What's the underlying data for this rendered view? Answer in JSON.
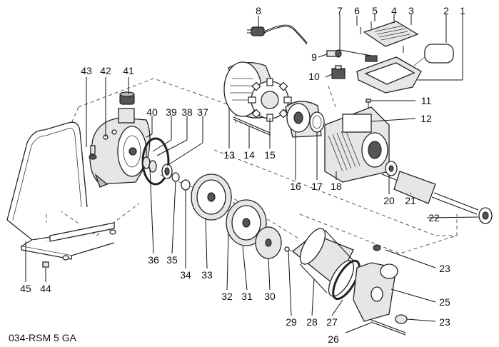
{
  "drawing_code": "034-RSM 5 GA",
  "parts": [
    {
      "id": "1",
      "label": "1"
    },
    {
      "id": "2",
      "label": "2"
    },
    {
      "id": "3",
      "label": "3"
    },
    {
      "id": "4",
      "label": "4"
    },
    {
      "id": "5",
      "label": "5"
    },
    {
      "id": "6",
      "label": "6"
    },
    {
      "id": "7",
      "label": "7"
    },
    {
      "id": "8",
      "label": "8"
    },
    {
      "id": "9",
      "label": "9"
    },
    {
      "id": "10",
      "label": "10"
    },
    {
      "id": "11",
      "label": "11"
    },
    {
      "id": "12",
      "label": "12"
    },
    {
      "id": "13",
      "label": "13"
    },
    {
      "id": "14",
      "label": "14"
    },
    {
      "id": "15",
      "label": "15"
    },
    {
      "id": "16",
      "label": "16"
    },
    {
      "id": "17",
      "label": "17"
    },
    {
      "id": "18",
      "label": "18"
    },
    {
      "id": "20",
      "label": "20"
    },
    {
      "id": "21",
      "label": "21"
    },
    {
      "id": "22",
      "label": "22"
    },
    {
      "id": "23a",
      "label": "23"
    },
    {
      "id": "23b",
      "label": "23"
    },
    {
      "id": "25",
      "label": "25"
    },
    {
      "id": "26",
      "label": "26"
    },
    {
      "id": "27",
      "label": "27"
    },
    {
      "id": "28",
      "label": "28"
    },
    {
      "id": "29",
      "label": "29"
    },
    {
      "id": "30",
      "label": "30"
    },
    {
      "id": "31",
      "label": "31"
    },
    {
      "id": "32",
      "label": "32"
    },
    {
      "id": "33",
      "label": "33"
    },
    {
      "id": "34",
      "label": "34"
    },
    {
      "id": "35",
      "label": "35"
    },
    {
      "id": "36",
      "label": "36"
    },
    {
      "id": "37",
      "label": "37"
    },
    {
      "id": "38",
      "label": "38"
    },
    {
      "id": "39",
      "label": "39"
    },
    {
      "id": "40",
      "label": "40"
    },
    {
      "id": "41",
      "label": "41"
    },
    {
      "id": "42",
      "label": "42"
    },
    {
      "id": "43",
      "label": "43"
    },
    {
      "id": "44",
      "label": "44"
    },
    {
      "id": "45",
      "label": "45"
    }
  ]
}
